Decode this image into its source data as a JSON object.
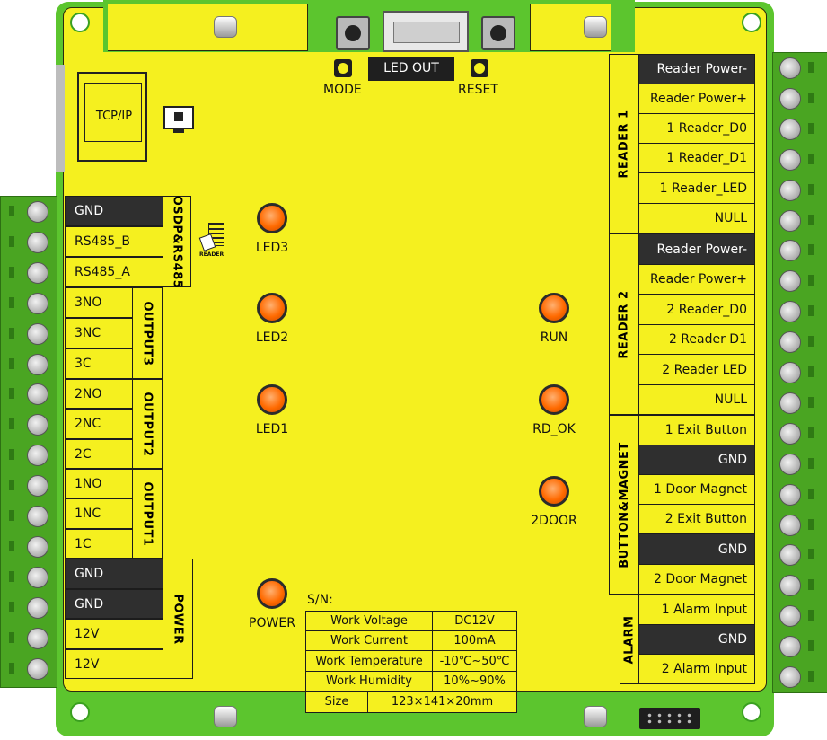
{
  "connector": {
    "led_out": "LED OUT",
    "mode": "MODE",
    "reset": "RESET",
    "tcp_ip": "TCP/IP"
  },
  "left_panel": {
    "osdp_label": "OSDP&RS485",
    "osdp_rows": [
      "GND",
      "RS485_B",
      "RS485_A"
    ],
    "output3_label": "OUTPUT3",
    "output3_rows": [
      "3NO",
      "3NC",
      "3C"
    ],
    "output2_label": "OUTPUT2",
    "output2_rows": [
      "2NO",
      "2NC",
      "2C"
    ],
    "output1_label": "OUTPUT1",
    "output1_rows": [
      "1NO",
      "1NC",
      "1C"
    ],
    "power_label": "POWER",
    "power_rows": [
      "GND",
      "GND",
      "12V",
      "12V"
    ],
    "reader_icon_text": "READER"
  },
  "leds": [
    "LED3",
    "LED2",
    "LED1",
    "RUN",
    "RD_OK",
    "2DOOR",
    "POWER"
  ],
  "right_panel": {
    "reader1_label": "READER 1",
    "reader1_rows": [
      "Reader Power-",
      "Reader Power+",
      "1 Reader_D0",
      "1 Reader_D1",
      "1 Reader_LED",
      "NULL"
    ],
    "reader2_label": "READER 2",
    "reader2_rows": [
      "Reader Power-",
      "Reader Power+",
      "2 Reader_D0",
      "2 Reader  D1",
      "2 Reader  LED",
      "NULL"
    ],
    "button_label": "BUTTON&MAGNET",
    "button_rows": [
      "1 Exit Button",
      "GND",
      "1 Door Magnet",
      "2 Exit Button",
      "GND",
      "2 Door Magnet"
    ],
    "alarm_label": "ALARM",
    "alarm_rows": [
      "1 Alarm Input",
      "GND",
      "2 Alarm Input"
    ]
  },
  "spec": {
    "sn_label": "S/N:",
    "rows": [
      {
        "label": "Work Voltage",
        "value": "DC12V"
      },
      {
        "label": "Work Current",
        "value": "100mA"
      },
      {
        "label": "Work Temperature",
        "value": "-10℃~50℃"
      },
      {
        "label": "Work Humidity",
        "value": "10%~90%"
      },
      {
        "label": "Size",
        "value": "123×141×20mm"
      }
    ]
  },
  "colors": {
    "board": "#f5f01f",
    "pcb": "#5cc52e",
    "dark_cell": "#2f2f2f",
    "led": "#ff6a00"
  }
}
